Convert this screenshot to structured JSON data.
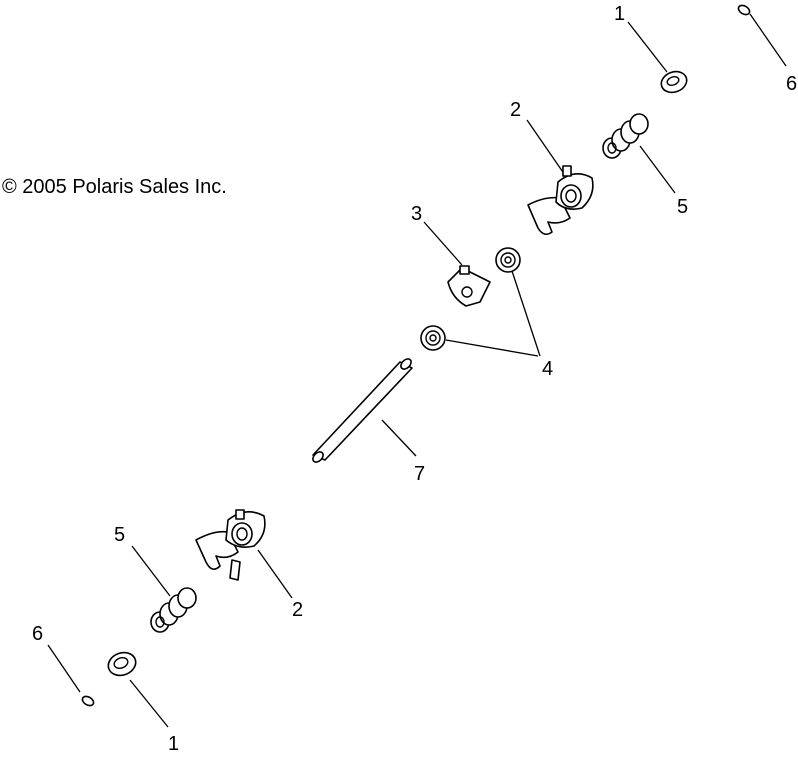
{
  "copyright": "© 2005 Polaris Sales Inc.",
  "callouts": {
    "c1_top": "1",
    "c6_top": "6",
    "c2_top": "2",
    "c5_top": "5",
    "c3": "3",
    "c4": "4",
    "c7": "7",
    "c5_bottom": "5",
    "c2_bottom": "2",
    "c6_bottom": "6",
    "c1_bottom": "1"
  }
}
